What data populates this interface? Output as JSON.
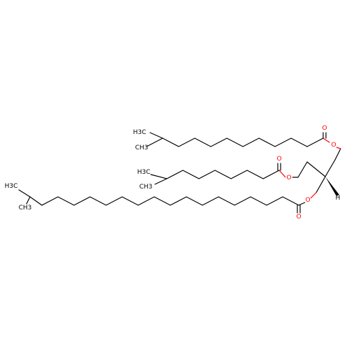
{
  "colors": {
    "carbon": "#000000",
    "oxygen": "#ff0000",
    "background": "#ffffff"
  },
  "labels": {
    "ester_o_top": "O",
    "carbonyl_o_top": "O",
    "ester_o_mid": "O",
    "carbonyl_o_mid": "O",
    "ester_o_low": "O",
    "carbonyl_o_low": "O",
    "stereo_h": "H",
    "methyl_top_a": "H3C",
    "methyl_top_b": "CH3",
    "methyl_mid_a": "H3C",
    "methyl_mid_b": "CH3",
    "ethyl_end": "H3C",
    "methyl_low": "CH3"
  }
}
